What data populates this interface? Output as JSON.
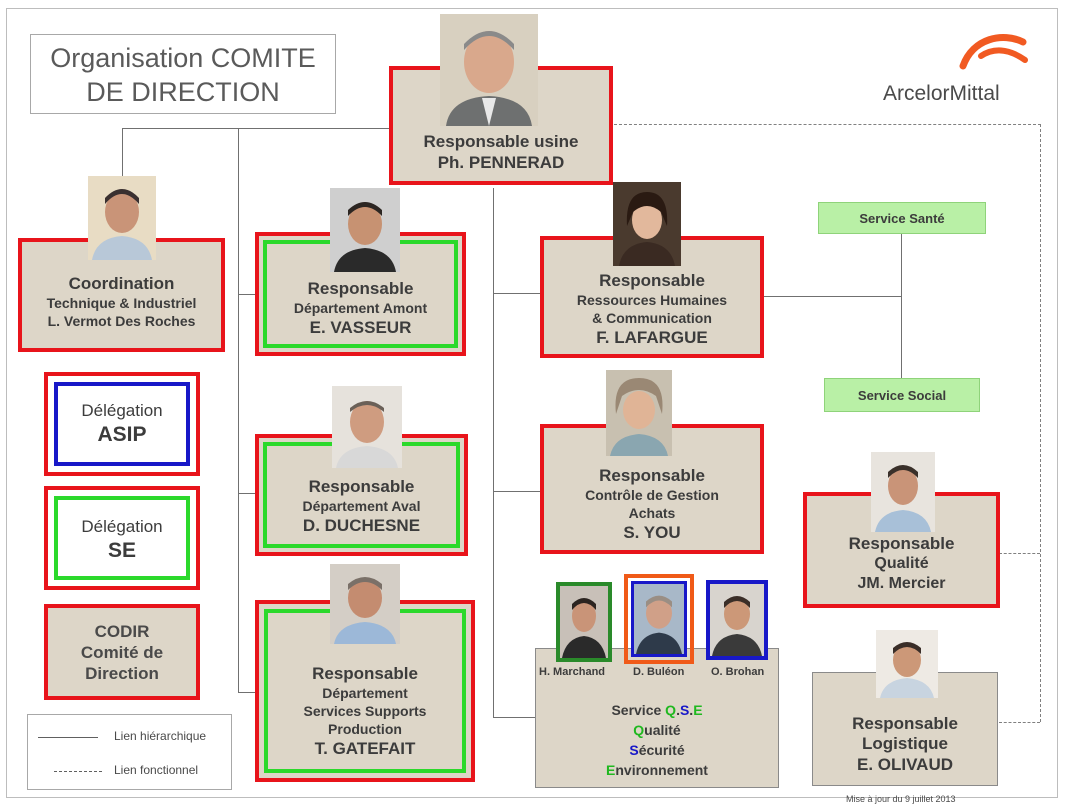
{
  "title": {
    "line1": "Organisation COMITE",
    "line2": "DE DIRECTION"
  },
  "brand": {
    "name": "ArcelorMittal",
    "color": "#f15a22"
  },
  "colors": {
    "red": "#e8141b",
    "green": "#2bd92b",
    "blue": "#1818c8",
    "box_fill": "#ddd6c8",
    "service_fill": "#b9f0a6"
  },
  "boss": {
    "role": "Responsable usine",
    "name": "Ph. PENNERAD"
  },
  "coordination": {
    "line1": "Coordination",
    "line2": "Technique & Industriel",
    "line3": "L. Vermot Des Roches"
  },
  "amont": {
    "line1": "Responsable",
    "line2": "Département Amont",
    "name": "E. VASSEUR"
  },
  "rh": {
    "line1": "Responsable",
    "line2": "Ressources Humaines",
    "line3": "& Communication",
    "name": "F. LAFARGUE"
  },
  "services": {
    "sante": "Service Santé",
    "social": "Service Social"
  },
  "asip": {
    "line1": "Délégation",
    "line2": "ASIP"
  },
  "se": {
    "line1": "Délégation",
    "line2": "SE"
  },
  "codir": {
    "line1": "CODIR",
    "line2": "Comité de",
    "line3": "Direction"
  },
  "aval": {
    "line1": "Responsable",
    "line2": "Département Aval",
    "name": "D. DUCHESNE"
  },
  "controle": {
    "line1": "Responsable",
    "line2": "Contrôle de Gestion",
    "line3": "Achats",
    "name": "S. YOU"
  },
  "qualite": {
    "line1": "Responsable",
    "line2": "Qualité",
    "name": "JM. Mercier"
  },
  "supports": {
    "line1": "Responsable",
    "line2": "Département",
    "line3": "Services Supports",
    "line4": "Production",
    "name": "T. GATEFAIT"
  },
  "qse": {
    "people": [
      "H. Marchand",
      "D. Buléon",
      "O. Brohan"
    ],
    "title_prefix": "Service ",
    "q": "Q",
    "dot1": ".",
    "s": "S",
    "dot2": ".",
    "e": "E",
    "l1_first": "Q",
    "l1_rest": "ualité",
    "l2_first": "S",
    "l2_rest": "écurité",
    "l3_first": "E",
    "l3_rest": "nvironnement"
  },
  "logistique": {
    "line1": "Responsable",
    "line2": "Logistique",
    "name": "E. OLIVAUD"
  },
  "legend": {
    "solid": "Lien hiérarchique",
    "dashed": "Lien fonctionnel"
  },
  "footer": "Mise à jour du 9 juillet 2013"
}
